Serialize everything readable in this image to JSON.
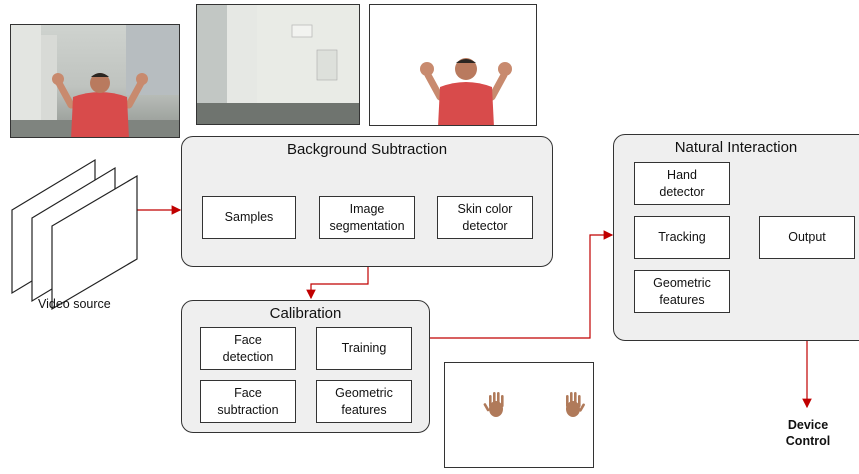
{
  "colors": {
    "connector": "#c00000",
    "panel_fill": "#efefef",
    "outline": "#333333"
  },
  "video_source": {
    "label": "Video source"
  },
  "background_subtraction": {
    "title": "Background Subtraction",
    "steps": [
      "Samples",
      "Image\nsegmentation",
      "Skin color\ndetector"
    ]
  },
  "calibration": {
    "title": "Calibration",
    "steps": [
      "Face\ndetection",
      "Training",
      "Face\nsubtraction",
      "Geometric\nfeatures"
    ]
  },
  "natural_interaction": {
    "title": "Natural Interaction",
    "steps": [
      "Hand\ndetector",
      "Tracking",
      "Geometric\nfeatures",
      "Output"
    ]
  },
  "device_control": {
    "label": "Device\nControl"
  },
  "icons": {
    "video_frames": "stacked-frames-icon",
    "hand": "hand-icon"
  }
}
